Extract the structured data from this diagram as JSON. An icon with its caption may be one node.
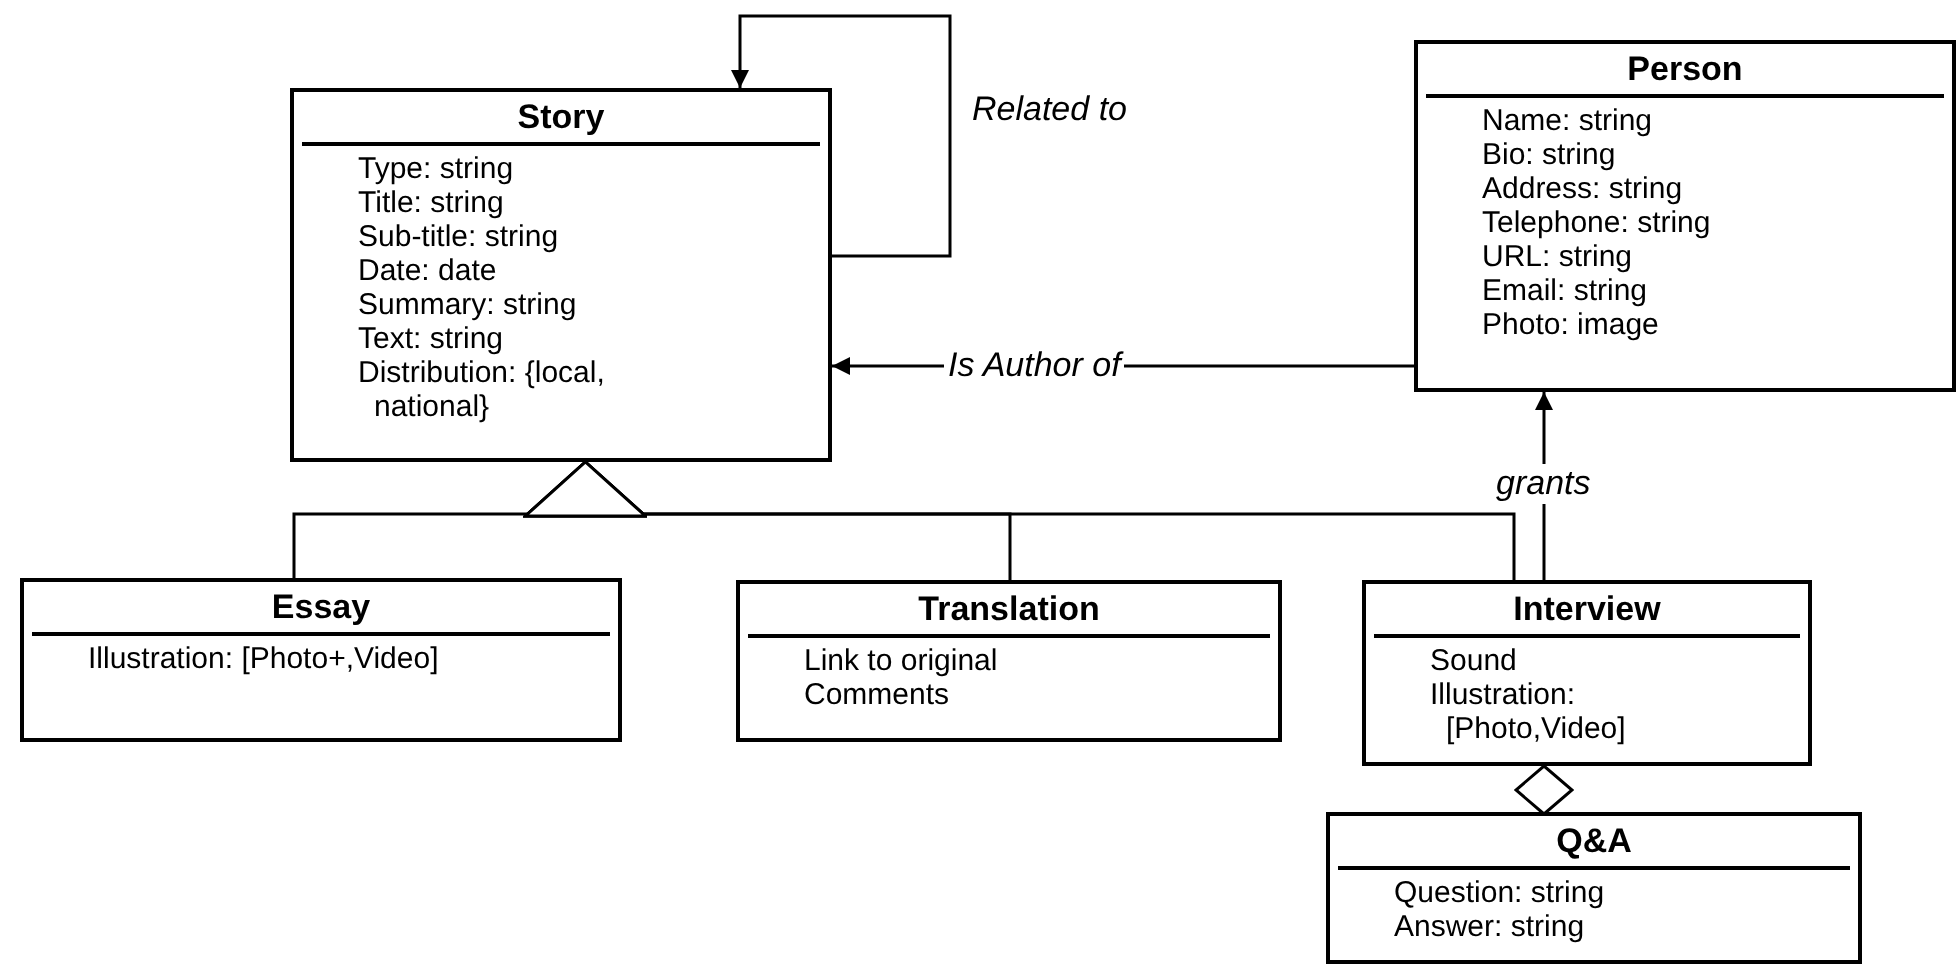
{
  "diagram": {
    "nodes": [
      {
        "text": [
          "Story",
          "Type: string",
          "Title: string",
          "Sub-title: string",
          "Date: date",
          "Summary: string",
          "Text: string",
          "Distribution: {local, national}"
        ]
      },
      {
        "text": [
          "Person",
          "Name: string",
          "Bio: string",
          "Address: string",
          "Telephone: string",
          "URL: string",
          "Email: string",
          "Photo: image"
        ]
      },
      {
        "text": [
          "Essay",
          "Illustration: [Photo+,Video]"
        ]
      },
      {
        "text": [
          "Translation",
          "Link to original",
          "Comments"
        ]
      },
      {
        "text": [
          "Interview",
          "Sound",
          "Illustration: [Photo,Video]"
        ]
      },
      {
        "text": [
          "Q&A",
          "Question: string",
          "Answer: string"
        ]
      }
    ],
    "edges": [
      {
        "from": 0,
        "to": 0,
        "arrow": "to",
        "label": "Related to"
      },
      {
        "from": 1,
        "to": 0,
        "arrow": "to",
        "label": "Is Author of"
      },
      {
        "from": 4,
        "to": 1,
        "arrow": "to",
        "label": "grants"
      },
      {
        "from": 2,
        "to": 0,
        "arrow": "to"
      },
      {
        "from": 3,
        "to": 0,
        "arrow": "to"
      },
      {
        "from": 4,
        "to": 0,
        "arrow": "to"
      },
      {
        "from": 5,
        "to": 4,
        "arrow": "other"
      }
    ]
  }
}
